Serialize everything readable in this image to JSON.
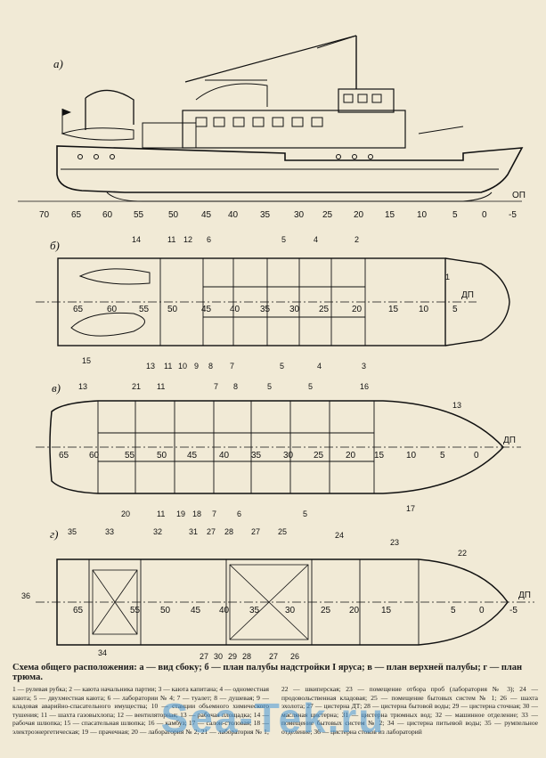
{
  "view_letters": [
    "а)",
    "б)",
    "в)",
    "г)"
  ],
  "profile_scale": [
    "70",
    "65",
    "60",
    "55",
    "50",
    "45",
    "40",
    "35",
    "30",
    "25",
    "20",
    "15",
    "10",
    "5",
    "0",
    "-5"
  ],
  "op_label": "ОП",
  "dp_label": "ДП",
  "view_b": {
    "top_callouts": [
      "14",
      "11",
      "12",
      "6",
      "5",
      "4",
      "2"
    ],
    "bottom_callouts": [
      "15",
      "13",
      "11",
      "10",
      "9",
      "8",
      "7",
      "5",
      "4",
      "3"
    ],
    "side_callout": "1",
    "frames": [
      "65",
      "60",
      "55",
      "50",
      "45",
      "40",
      "35",
      "30",
      "25",
      "20",
      "15",
      "10",
      "5"
    ]
  },
  "view_v": {
    "top_callouts": [
      "13",
      "21",
      "11",
      "7",
      "8",
      "5",
      "5",
      "16",
      "13"
    ],
    "bottom_callouts": [
      "20",
      "11",
      "19",
      "18",
      "7",
      "6",
      "5",
      "17"
    ],
    "frames": [
      "65",
      "60",
      "55",
      "50",
      "45",
      "40",
      "35",
      "30",
      "25",
      "20",
      "15",
      "10",
      "5",
      "0"
    ]
  },
  "view_g": {
    "top_callouts": [
      "35",
      "33",
      "32",
      "31",
      "27",
      "28",
      "27",
      "25",
      "24",
      "23",
      "22"
    ],
    "bottom_callouts": [
      "27",
      "30",
      "29",
      "28",
      "27",
      "26"
    ],
    "left_callout": "36",
    "bottom_left_callout": "34",
    "frames": [
      "65",
      "55",
      "50",
      "45",
      "40",
      "35",
      "30",
      "25",
      "20",
      "15",
      "5",
      "0",
      "-5"
    ]
  },
  "caption": {
    "title": "Схема общего расположения: а — вид сбоку; б — план палубы надстройки I яруса; в — план верхней палубы; г — план трюма.",
    "legend": "1 — рулевая рубка; 2 — каюта начальника партии; 3 — каюта капитана; 4 — одноместная каюта; 5 — двухместная каюта; 6 — лаборатории № 4; 7 — туалет; 8 — душевая; 9 — кладовая аварийно-спасательного имущества; 10 — станции объемного химического тушения; 11 — шахта газовыхлопа; 12 — вентиляторная; 13 — рабочая площадка; 14 — рабочая шлюпка; 15 — спасательная шлюпка; 16 — камбуз; 17 — салон-столовая; 18 — электроэнергетическая; 19 — прачечная; 20 — лаборатория № 2; 21 — лаборатория № 1; 22 — шкиперская; 23 — помещение отбора проб (лаборатория № 3); 24 — продовольственная кладовая; 25 — помещение бытовых систем № 1; 26 — шахта эхолота; 27 — цистерна ДТ; 28 — цистерна бытовой воды; 29 — цистерна сточная; 30 — масляная цистерна; 31 — цистерна трюмных вод; 32 — машинное отделение; 33 — помещение бытовых систем № 2; 34 — цистерна питьевой воды; 35 — румпельное отделение; 36 — цистерна стоков из лабораторий"
  },
  "watermark": "Sea-Tek.ru"
}
